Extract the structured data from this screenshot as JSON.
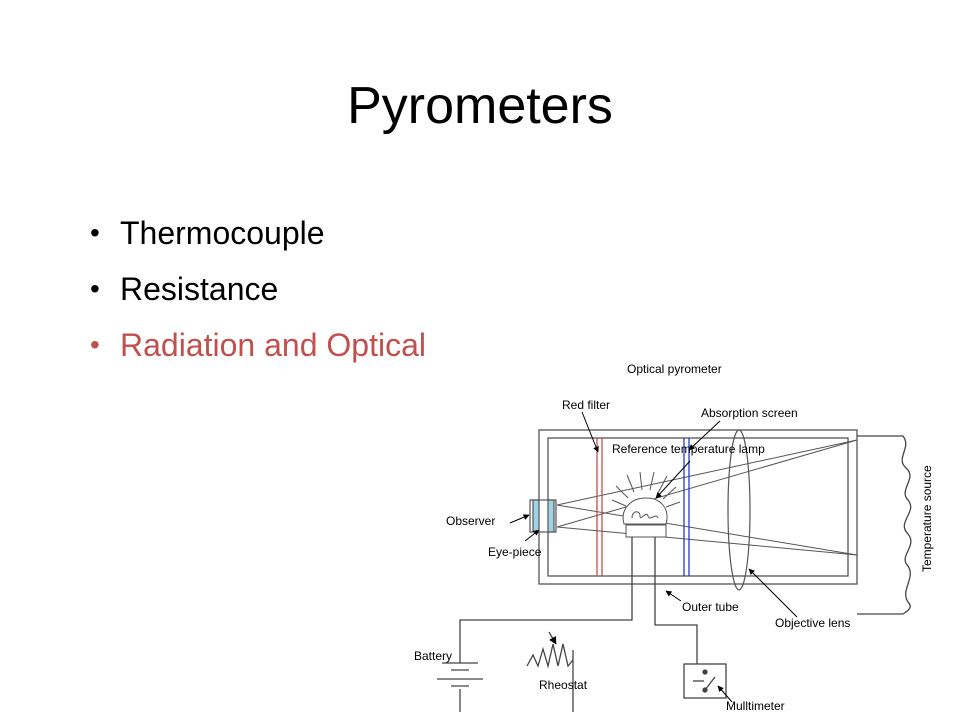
{
  "slide": {
    "title": "Pyrometers",
    "bullets": [
      "Thermocouple",
      "Resistance",
      "Radiation and Optical"
    ],
    "highlight_color": "#c0504d"
  },
  "diagram": {
    "title": "Optical pyrometer",
    "labels": {
      "red_filter": "Red filter",
      "absorption_screen": "Absorption screen",
      "reference_lamp": "Reference temperature lamp",
      "observer": "Observer",
      "eye_piece": "Eye-piece",
      "outer_tube": "Outer tube",
      "objective_lens": "Objective lens",
      "temperature_source": "Temperature source",
      "battery": "Battery",
      "rheostat": "Rheostat",
      "multimeter": "Mulltimeter"
    },
    "colors": {
      "red_filter": "#c0504d",
      "absorption_screen": "#1f3fbf",
      "eyepiece_glass": "#9fd3e6"
    }
  }
}
